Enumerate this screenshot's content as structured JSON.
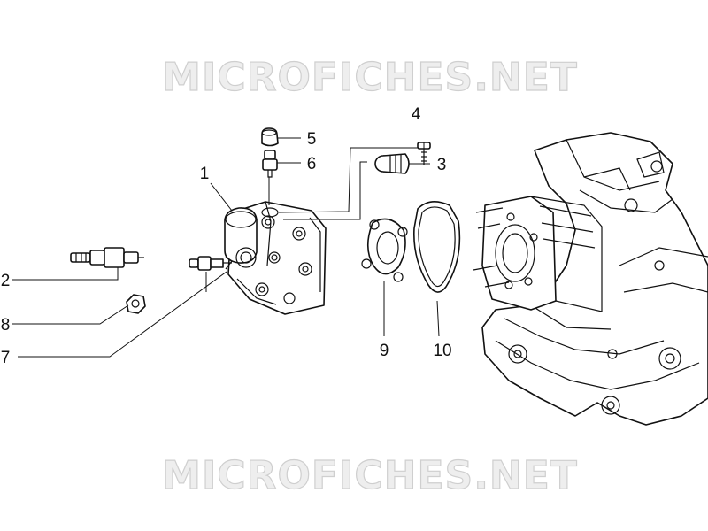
{
  "watermark": {
    "top_text": "MICROFICHES.NET",
    "bottom_text": "MICROFICHES.NET"
  },
  "callouts": {
    "c1": "1",
    "c2": "2",
    "c3": "3",
    "c4": "4",
    "c5": "5",
    "c6": "6",
    "c7": "7",
    "c8": "8",
    "c9": "9",
    "c10": "10"
  },
  "colors": {
    "line": "#111111",
    "background": "#ffffff",
    "watermark": "#cfcfcf"
  }
}
